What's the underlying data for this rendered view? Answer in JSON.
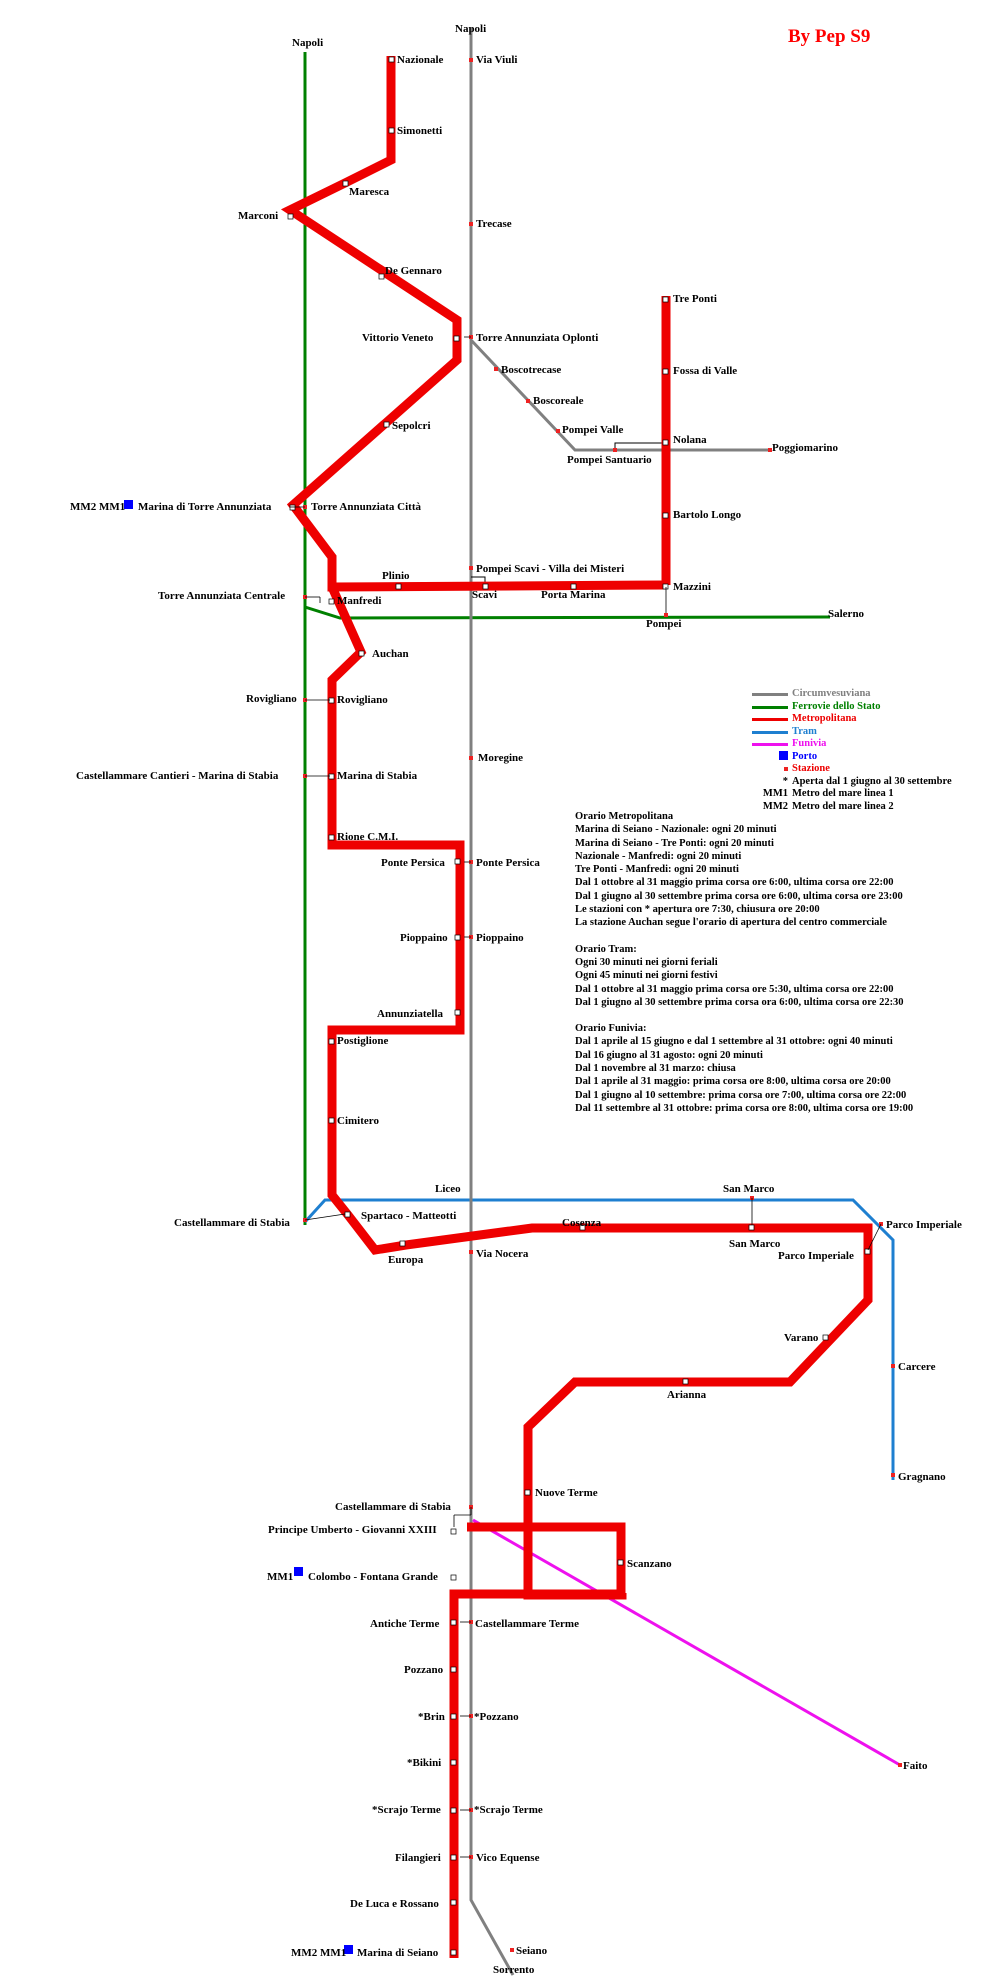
{
  "credit": "By Pep S9",
  "colors": {
    "metropolitana": "#ee0000",
    "circumvesuviana": "#808080",
    "ferrovie": "#008000",
    "tram": "#1e7fd0",
    "funivia": "#ee11ee",
    "porto": "#0000ff",
    "stazione": "#ee2222"
  },
  "terminals": {
    "napoli_fs": "Napoli",
    "napoli_cv": "Napoli",
    "salerno": "Salerno",
    "sorrento": "Sorrento",
    "poggiomarino": "Poggiomarino",
    "pompei": "Pompei",
    "liceo": "Liceo",
    "san_marco_tram": "San Marco"
  },
  "stations": {
    "nazionale": "Nazionale",
    "simonetti": "Simonetti",
    "maresca": "Maresca",
    "marconi": "Marconi",
    "de_gennaro": "De Gennaro",
    "vittorio_veneto": "Vittorio Veneto",
    "sepolcri": "Sepolcri",
    "marina_ta": "Marina di Torre Annunziata",
    "ta_citta": "Torre Annunziata Città",
    "ta_centrale": "Torre Annunziata Centrale",
    "manfredi": "Manfredi",
    "plinio": "Plinio",
    "scavi": "Scavi",
    "porta_marina": "Porta Marina",
    "mazzini": "Mazzini",
    "auchan": "Auchan",
    "rovigliano_fs": "Rovigliano",
    "rovigliano": "Rovigliano",
    "cantieri": "Castellammare Cantieri - Marina di Stabia",
    "marina_stabia": "Marina di Stabia",
    "rione_cmi": "Rione C.M.I.",
    "ponte_persica": "Ponte Persica",
    "ponte_persica_cv": "Ponte Persica",
    "pioppaino": "Pioppaino",
    "pioppaino_cv": "Pioppaino",
    "annunziatella": "Annunziatella",
    "postiglione": "Postiglione",
    "cimitero": "Cimitero",
    "castellammare_fs": "Castellammare di Stabia",
    "spartaco": "Spartaco - Matteotti",
    "europa": "Europa",
    "cosenza": "Cosenza",
    "san_marco": "San Marco",
    "parco_imperiale": "Parco Imperiale",
    "parco_imperiale_tram": "Parco Imperiale",
    "varano": "Varano",
    "arianna": "Arianna",
    "nuove_terme": "Nuove Terme",
    "scanzano": "Scanzano",
    "carcere": "Carcere",
    "gragnano": "Gragnano",
    "castellammare_cv": "Castellammare di Stabia",
    "principe_umberto": "Principe Umberto - Giovanni XXIII",
    "colombo": "Colombo - Fontana Grande",
    "antiche_terme": "Antiche Terme",
    "castellammare_terme": "Castellammare Terme",
    "pozzano": "Pozzano",
    "brin": "*Brin",
    "pozzano_cv": "*Pozzano",
    "bikini": "*Bikini",
    "scrajo_terme": "*Scrajo Terme",
    "scrajo_terme_cv": "*Scrajo Terme",
    "filangieri": "Filangieri",
    "vico_equense": "Vico Equense",
    "de_luca": "De Luca e Rossano",
    "marina_seiano": "Marina di Seiano",
    "seiano": "Seiano",
    "faito": "Faito",
    "via_viuli": "Via Viuli",
    "trecase": "Trecase",
    "ta_oplonti": "Torre Annunziata Oplonti",
    "boscotrecase": "Boscotrecase",
    "boscoreale": "Boscoreale",
    "pompei_valle": "Pompei Valle",
    "pompei_santuario": "Pompei Santuario",
    "pompei_scavi": "Pompei Scavi - Villa dei Misteri",
    "moregine": "Moregine",
    "via_nocera": "Via Nocera",
    "tre_ponti": "Tre Ponti",
    "fossa_di_valle": "Fossa di Valle",
    "nolana": "Nolana",
    "bartolo_longo": "Bartolo Longo"
  },
  "mm_tags": {
    "marina_ta": "MM2 MM1",
    "colombo": "MM1",
    "marina_seiano": "MM2 MM1"
  },
  "legend": {
    "lines": [
      {
        "label": "Circumvesuviana",
        "color": "#808080"
      },
      {
        "label": "Ferrovie dello Stato",
        "color": "#008000"
      },
      {
        "label": "Metropolitana",
        "color": "#ee0000"
      },
      {
        "label": "Tram",
        "color": "#1e7fd0"
      },
      {
        "label": "Funivia",
        "color": "#ee11ee"
      }
    ],
    "porto": "Porto",
    "stazione": "Stazione",
    "asterisk_symbol": "*",
    "asterisk": "Aperta dal 1 giugno al 30 settembre",
    "mm1_symbol": "MM1",
    "mm1": "Metro del mare linea 1",
    "mm2_symbol": "MM2",
    "mm2": "Metro del mare linea 2"
  },
  "schedules": {
    "metropolitana": [
      "Orario Metropolitana",
      "Marina di Seiano - Nazionale: ogni 20 minuti",
      "Marina di Seiano - Tre Ponti: ogni 20 minuti",
      "Nazionale - Manfredi: ogni 20 minuti",
      "Tre Ponti - Manfredi: ogni 20 minuti",
      "Dal 1 ottobre al 31 maggio prima corsa ore 6:00, ultima corsa ore 22:00",
      "Dal 1 giugno al 30 settembre prima corsa ore 6:00, ultima corsa ore 23:00",
      "Le stazioni con * apertura ore 7:30, chiusura ore 20:00",
      "La stazione Auchan segue l'orario di apertura del centro commerciale"
    ],
    "tram": [
      "Orario Tram:",
      "Ogni 30 minuti nei giorni feriali",
      "Ogni 45 minuti nei giorni festivi",
      "Dal 1 ottobre al 31 maggio prima corsa ore 5:30, ultima corsa ore 22:00",
      "Dal 1 giugno al 30 settembre prima corsa ora 6:00, ultima corsa ore 22:30"
    ],
    "funivia": [
      "Orario Funivia:",
      "Dal 1 aprile al 15 giugno e dal 1 settembre al 31 ottobre: ogni 40 minuti",
      "Dal 16 giugno al 31 agosto: ogni 20 minuti",
      "Dal 1 novembre al 31 marzo: chiusa",
      "Dal 1 aprile al 31 maggio: prima corsa ore 8:00, ultima corsa ore 20:00",
      "Dal 1 giugno al 10 settembre: prima corsa ore 7:00, ultima corsa ore 22:00",
      "Dal 11 settembre al 31 ottobre: prima corsa ore 8:00, ultima corsa ore 19:00"
    ]
  }
}
